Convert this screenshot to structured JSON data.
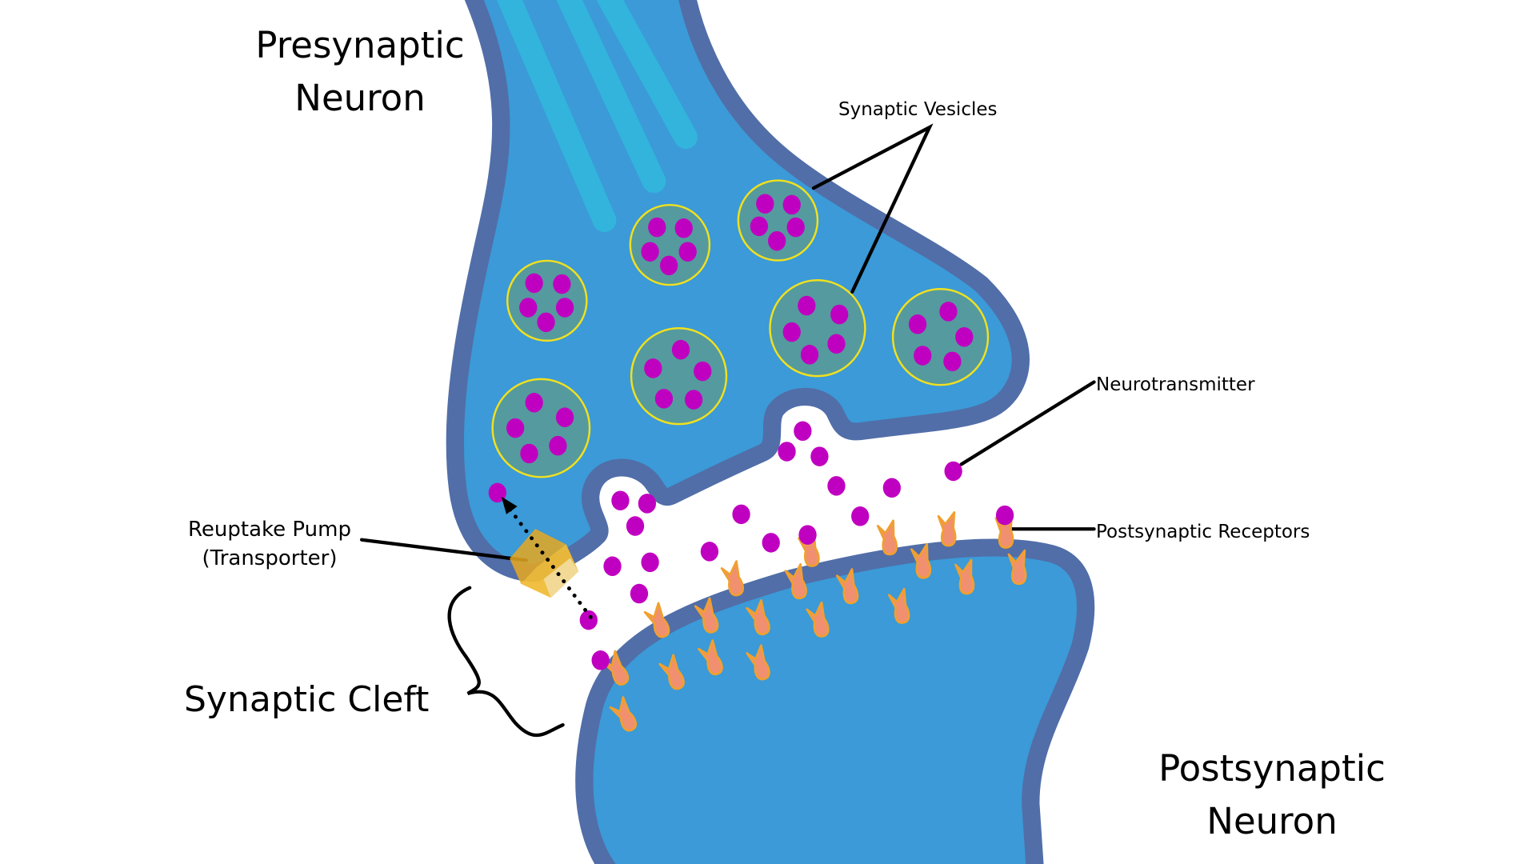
{
  "title": "Synapse diagram",
  "labels": {
    "presynaptic": [
      "Presynaptic",
      "Neuron"
    ],
    "postsynaptic": [
      "Postsynaptic",
      "Neuron"
    ],
    "synaptic_vesicles": "Synaptic Vesicles",
    "neurotransmitter": "Neurotransmitter",
    "postsynaptic_receptors": "Postsynaptic Receptors",
    "reuptake_pump": [
      "Reuptake Pump",
      "(Transporter)"
    ],
    "synaptic_cleft": "Synaptic Cleft"
  },
  "colors": {
    "membrane": "#516EA8",
    "cytoplasm": "#3B9AD7",
    "axon_stripe": "#32B4DC",
    "vesicle_fill": "#559A9E",
    "vesicle_stroke": "#F0E020",
    "neurotransmitter": "#C000C0",
    "receptor_fill": "#F09070",
    "receptor_stroke": "#F0A030",
    "transporter": "#E8A820",
    "label_line": "#000000"
  },
  "counts": {
    "vesicles": 7,
    "neurotransmitters_per_vesicle": 5
  }
}
